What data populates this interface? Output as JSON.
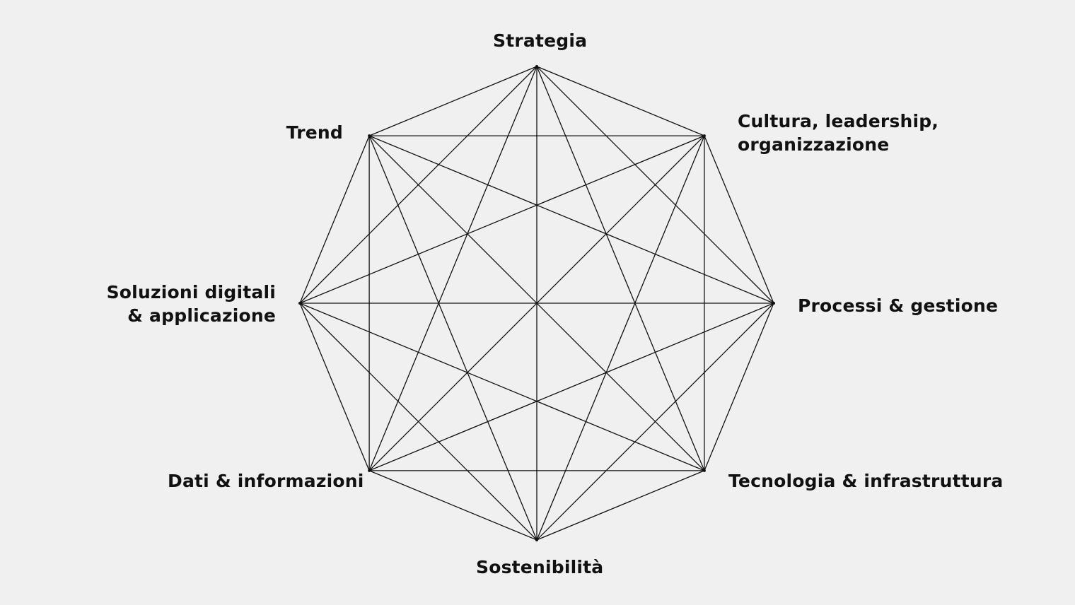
{
  "diagram": {
    "background_color": "#eff0ef",
    "line_color": "#111111",
    "nodes": [
      {
        "label": "Strategia"
      },
      {
        "label": "Cultura, leadership,\norganizzazione"
      },
      {
        "label": "Processi & gestione"
      },
      {
        "label": "Tecnologia & infrastruttura"
      },
      {
        "label": "Sostenibilità"
      },
      {
        "label": "Dati & informazioni"
      },
      {
        "label": "Soluzioni digitali\n& applicazione"
      },
      {
        "label": "Trend"
      }
    ]
  }
}
